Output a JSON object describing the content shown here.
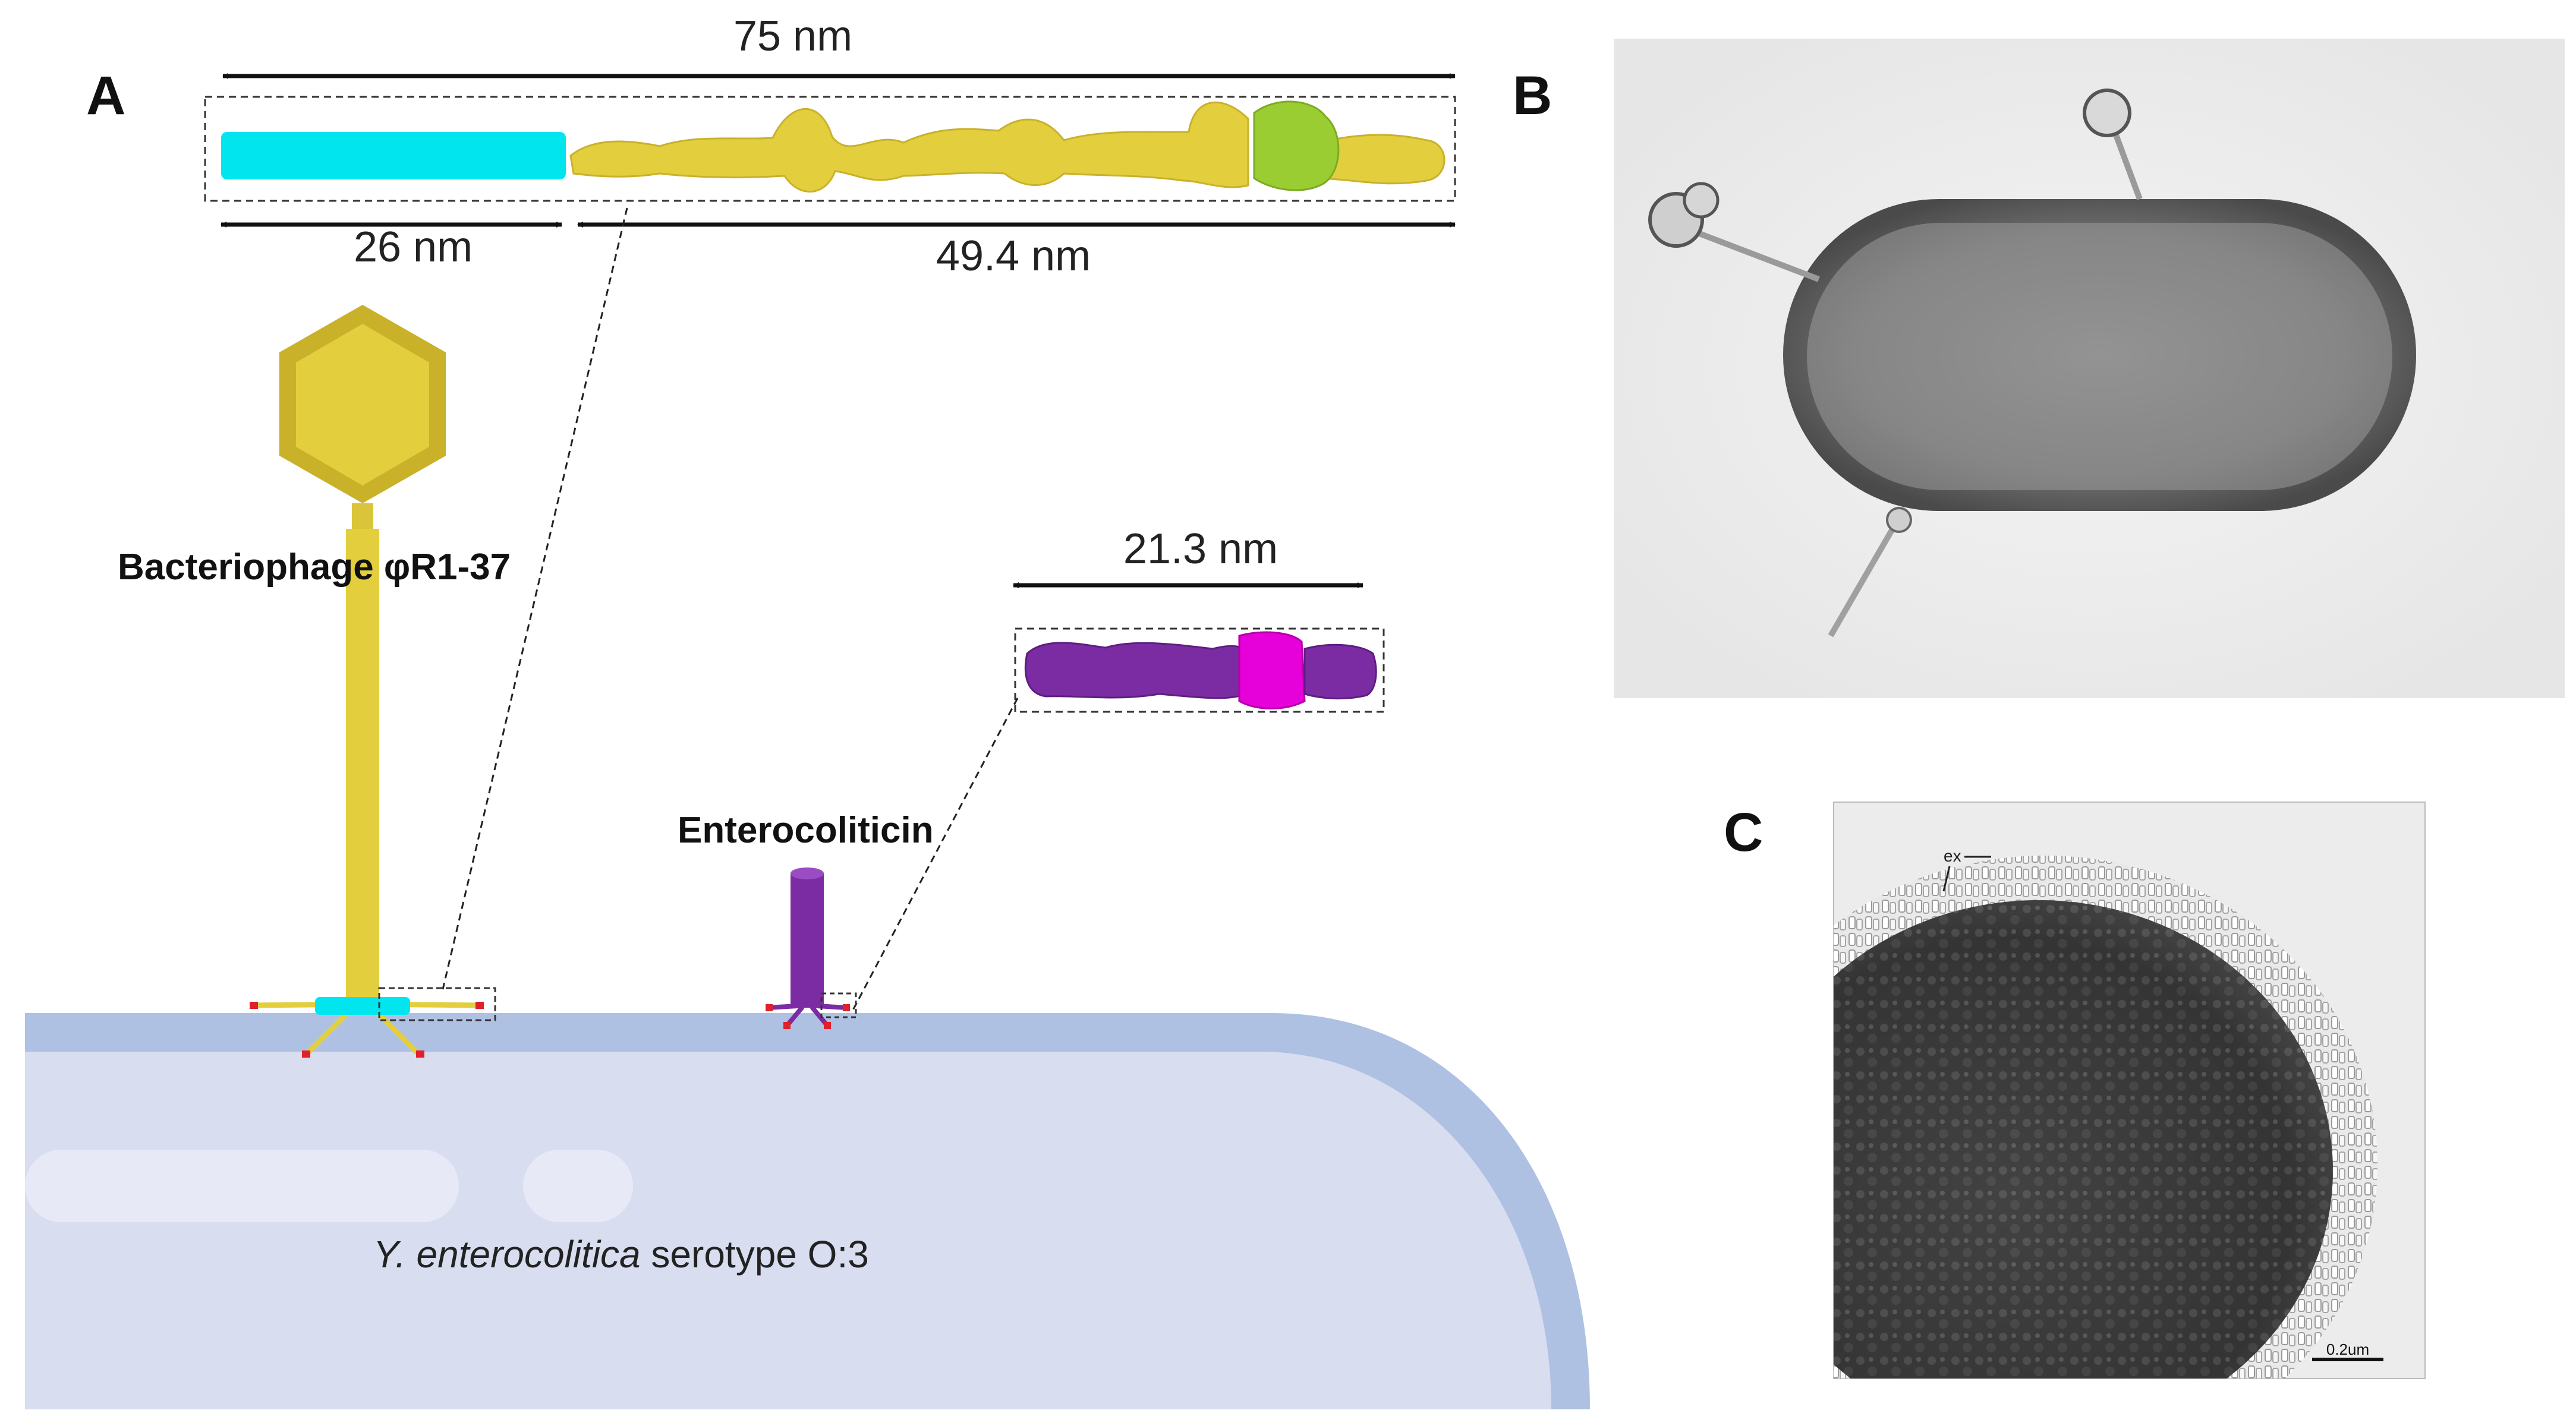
{
  "panels": {
    "a": "A",
    "b": "B",
    "c": "C"
  },
  "panel_a": {
    "dim_total": "75 nm",
    "dim_left": "26 nm",
    "dim_right": "49.4 nm",
    "dim_enterocoliticin": "21.3 nm",
    "phage_label": "Bacteriophage φR1-37",
    "enterocoliticin_label": "Enterocoliticin",
    "cell_label_italic": "Y. enterocolitica",
    "cell_label_rest": " serotype O:3"
  },
  "panel_c": {
    "annotation": "ex",
    "scale_bar": "0.2um"
  },
  "colors": {
    "phage_yellow": "#E3CE3E",
    "tail_fiber_cyan": "#00E5EE",
    "receptor_green": "#9ACD32",
    "enterocoliticin_purple": "#7B2CA3",
    "enterocoliticin_magenta": "#E600D9",
    "cell_body": "#D8DDF0",
    "cell_membrane": "#AFC1E2"
  }
}
